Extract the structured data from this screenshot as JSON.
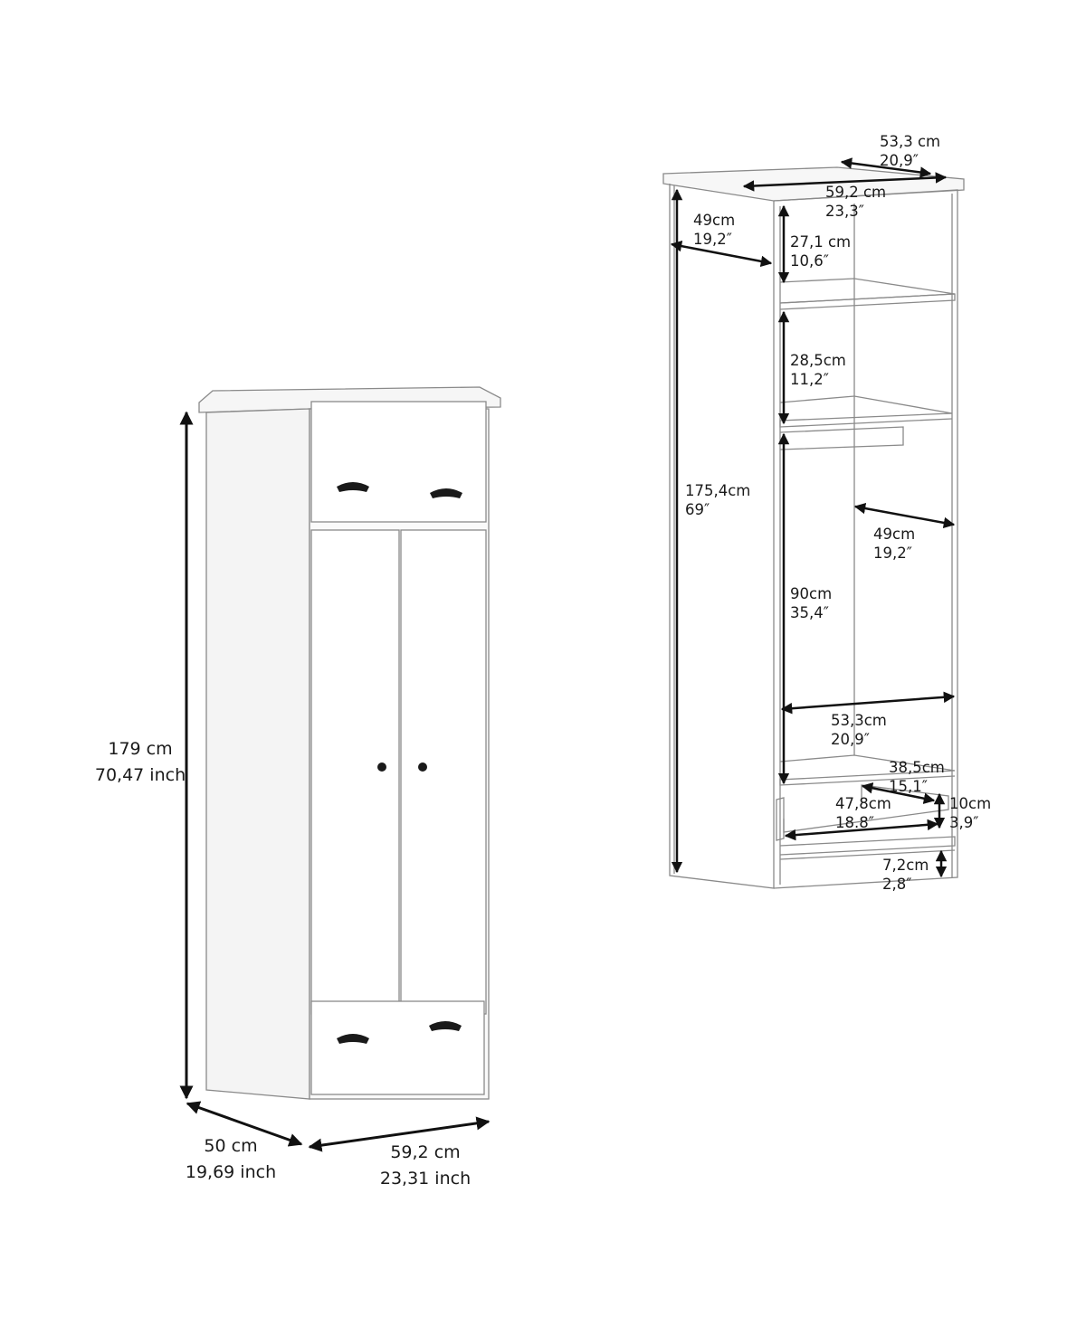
{
  "front_view": {
    "height": {
      "cm": "179 cm",
      "inch": "70,47 inch"
    },
    "depth": {
      "cm": "50 cm",
      "inch": "19,69 inch"
    },
    "width": {
      "cm": "59,2 cm",
      "inch": "23,31 inch"
    }
  },
  "interior_view": {
    "top_depth": {
      "cm": "53,3 cm",
      "inch": "20,9″"
    },
    "top_width": {
      "cm": "59,2 cm",
      "inch": "23,3″"
    },
    "side_depth": {
      "cm": "49cm",
      "inch": "19,2″"
    },
    "top_shelf_height": {
      "cm": "27,1 cm",
      "inch": "10,6″"
    },
    "second_shelf_height": {
      "cm": "28,5cm",
      "inch": "11,2″"
    },
    "inner_height": {
      "cm": "175,4cm",
      "inch": "69″"
    },
    "hanging_depth": {
      "cm": "49cm",
      "inch": "19,2″"
    },
    "hanging_height": {
      "cm": "90cm",
      "inch": "35,4″"
    },
    "inner_width": {
      "cm": "53,3cm",
      "inch": "20,9″"
    },
    "drawer_width": {
      "cm": "38,5cm",
      "inch": "15,1″"
    },
    "drawer_depth": {
      "cm": "47,8cm",
      "inch": "18.8″"
    },
    "drawer_height": {
      "cm": "10cm",
      "inch": "3,9″"
    },
    "base_height": {
      "cm": "7,2cm",
      "inch": "2,8″"
    }
  }
}
